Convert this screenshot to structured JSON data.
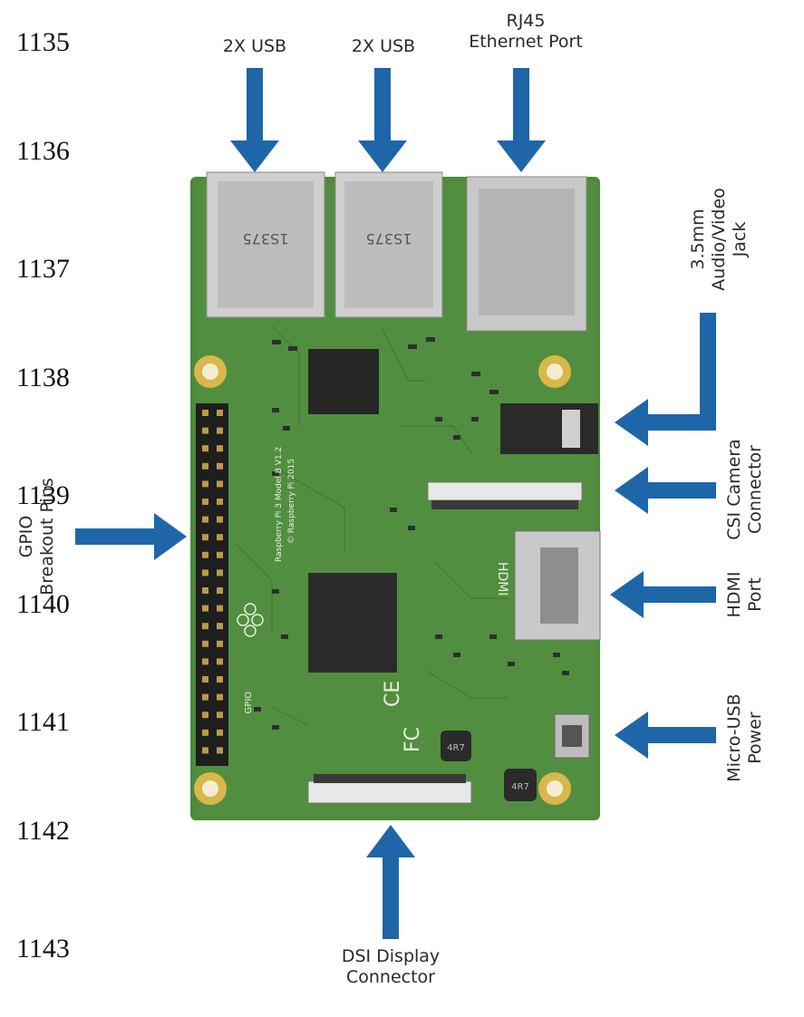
{
  "line_numbers": [
    "1135",
    "1136",
    "1137",
    "1138",
    "1139",
    "1140",
    "1141",
    "1142",
    "1143"
  ],
  "labels": {
    "usb_left": "2X USB",
    "usb_right": "2X USB",
    "ethernet": [
      "RJ45",
      "Ethernet Port"
    ],
    "audio_video": [
      "3.5mm",
      "Audio/Video",
      "Jack"
    ],
    "csi_camera": [
      "CSI Camera",
      "Connector"
    ],
    "hdmi": [
      "HDMI",
      "Port"
    ],
    "micro_usb": [
      "Micro-USB",
      "Power"
    ],
    "gpio": [
      "GPIO",
      "Breakout Pins"
    ],
    "dsi_display": [
      "DSI Display",
      "Connector"
    ]
  },
  "board_text": {
    "usb_port_marking": "1S375",
    "hdmi_marking": "HDMI",
    "model_text": "Raspberry Pi 3 Model B V1.2",
    "copyright_text": "© Raspberry Pi 2015",
    "gpio_marking": "GPIO",
    "inductor_marking": "4R7"
  },
  "colors": {
    "arrow": "#1f66a8",
    "pcb": "#4e8a3c",
    "pcb_dark": "#3c7030",
    "mount_hole": "#d8b84a"
  }
}
